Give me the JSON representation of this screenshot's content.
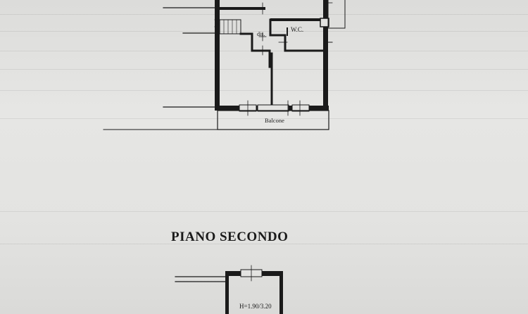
{
  "floor_plans": {
    "first": {
      "rooms": {
        "disimpegno": "dis.",
        "wc": "W.C.",
        "balcony": "Balcone"
      }
    },
    "second": {
      "title": "PIANO SECONDO",
      "height_label": "H=1.90/3.20"
    }
  },
  "colors": {
    "ink": "#1a1a1a",
    "paper": "#e4e4e2"
  }
}
